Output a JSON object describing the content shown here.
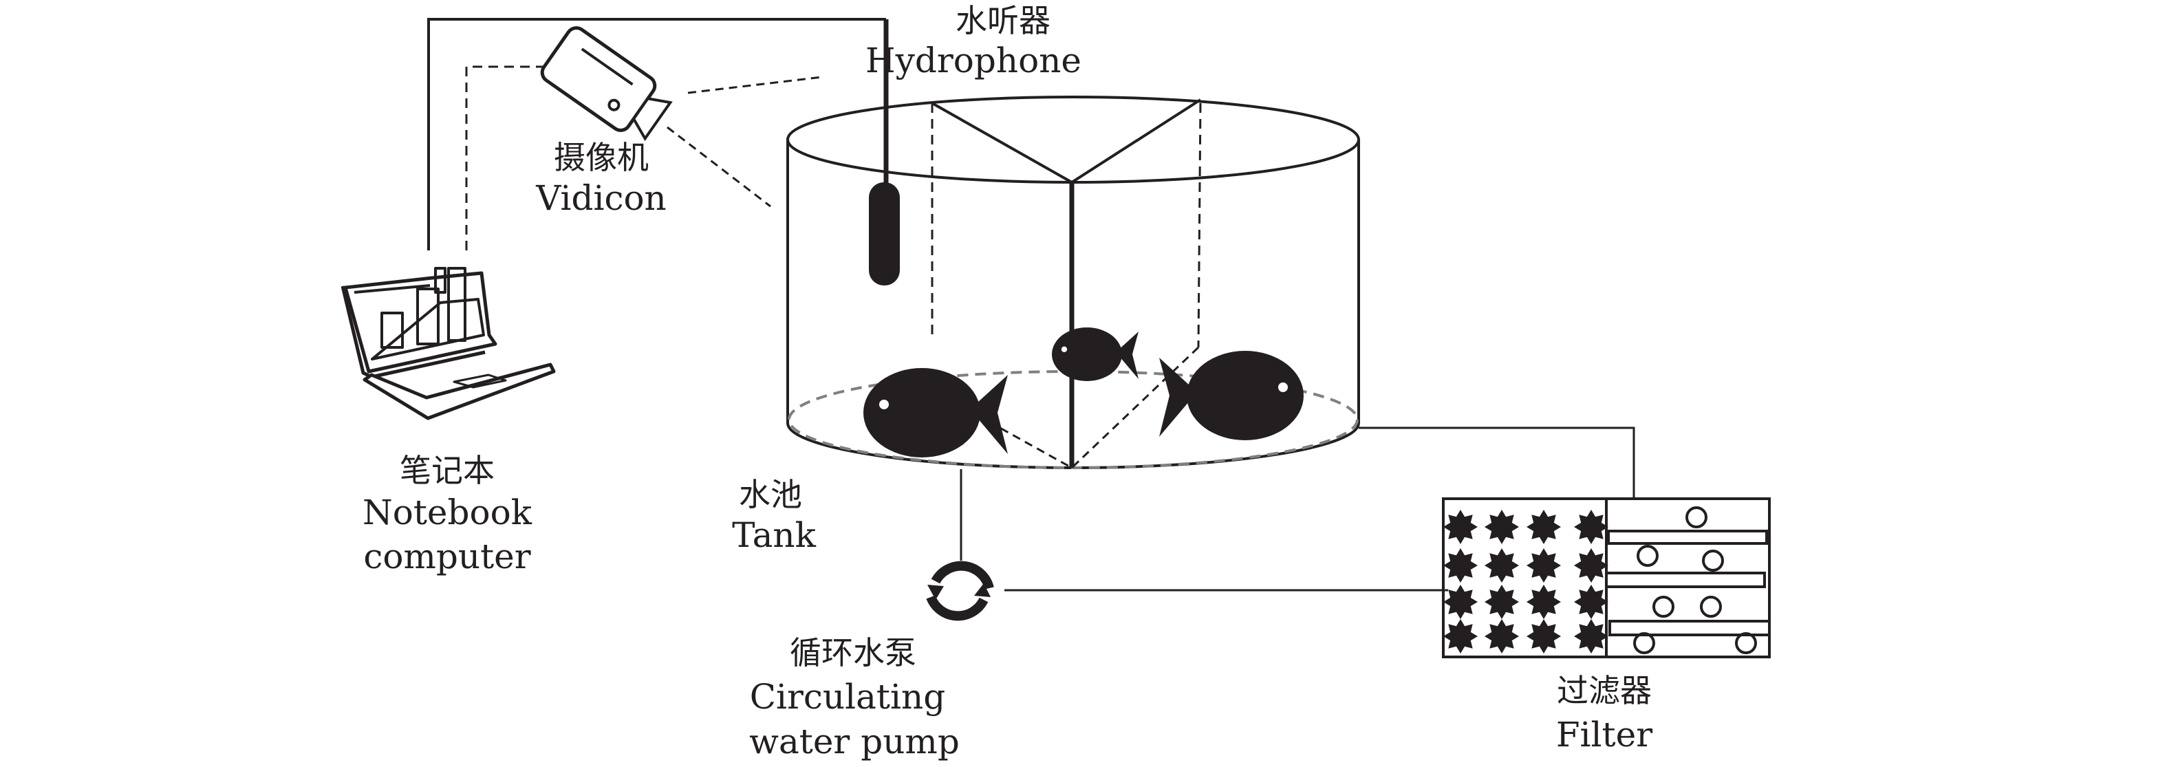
{
  "diagram": {
    "title": "Fish acoustic monitoring setup",
    "colors": {
      "ink": "#231f20",
      "dashed_gray": "#808080",
      "background": "#ffffff"
    },
    "components": {
      "hydrophone": {
        "zh": "水听器",
        "en": "Hydrophone",
        "icon": "hydrophone-icon"
      },
      "vidicon": {
        "zh": "摄像机",
        "en": "Vidicon",
        "icon": "camera-icon"
      },
      "notebook": {
        "zh": "笔记本",
        "en_line1": "Notebook",
        "en_line2": "computer",
        "icon": "laptop-icon"
      },
      "tank": {
        "zh": "水池",
        "en": "Tank",
        "icon": "tank-icon"
      },
      "pump": {
        "zh": "循环水泵",
        "en_line1": "Circulating",
        "en_line2": "water pump",
        "icon": "circulation-arrows-icon"
      },
      "filter": {
        "zh": "过滤器",
        "en": "Filter",
        "icon": "filter-icon"
      }
    },
    "fish_count": 3,
    "filter_media_rows": 4,
    "filter_media_cols": 4
  }
}
